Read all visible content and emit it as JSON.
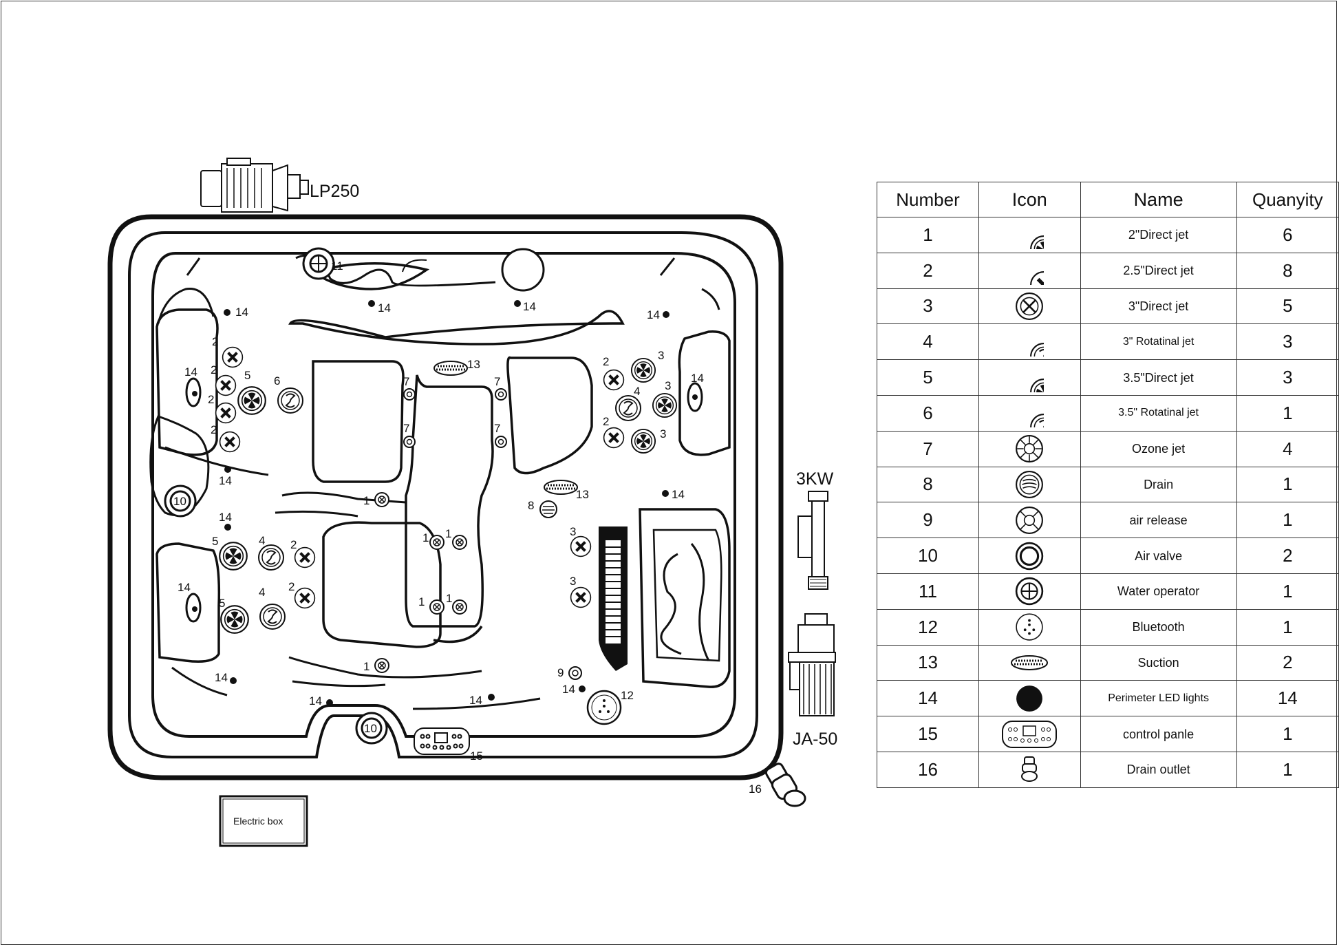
{
  "equipment": {
    "pump_main": "LP250",
    "heater": "3KW",
    "pump_circ": "JA-50",
    "electric_box": "Electric box"
  },
  "legend": {
    "headers": {
      "number": "Number",
      "icon": "Icon",
      "name": "Name",
      "quantity": "Quanyity"
    },
    "rows": [
      {
        "number": "1",
        "icon": "direct-jet-2-icon",
        "name": "2\"Direct jet",
        "quantity": "6"
      },
      {
        "number": "2",
        "icon": "direct-jet-2-5-icon",
        "name": "2.5\"Direct jet",
        "quantity": "8"
      },
      {
        "number": "3",
        "icon": "direct-jet-3-icon",
        "name": "3\"Direct jet",
        "quantity": "5"
      },
      {
        "number": "4",
        "icon": "rotational-jet-3-icon",
        "name": "3\" Rotatinal jet",
        "quantity": "3"
      },
      {
        "number": "5",
        "icon": "direct-jet-3-5-icon",
        "name": "3.5\"Direct jet",
        "quantity": "3"
      },
      {
        "number": "6",
        "icon": "rotational-jet-3-5-icon",
        "name": "3.5\" Rotatinal jet",
        "quantity": "1"
      },
      {
        "number": "7",
        "icon": "ozone-jet-icon",
        "name": "Ozone jet",
        "quantity": "4"
      },
      {
        "number": "8",
        "icon": "drain-icon",
        "name": "Drain",
        "quantity": "1"
      },
      {
        "number": "9",
        "icon": "air-release-icon",
        "name": "air release",
        "quantity": "1"
      },
      {
        "number": "10",
        "icon": "air-valve-icon",
        "name": "Air valve",
        "quantity": "2"
      },
      {
        "number": "11",
        "icon": "water-operator-icon",
        "name": "Water operator",
        "quantity": "1"
      },
      {
        "number": "12",
        "icon": "bluetooth-icon",
        "name": "Bluetooth",
        "quantity": "1"
      },
      {
        "number": "13",
        "icon": "suction-icon",
        "name": "Suction",
        "quantity": "2"
      },
      {
        "number": "14",
        "icon": "perimeter-led-icon",
        "name": "Perimeter LED lights",
        "quantity": "14"
      },
      {
        "number": "15",
        "icon": "control-panel-icon",
        "name": "control panle",
        "quantity": "1"
      },
      {
        "number": "16",
        "icon": "drain-outlet-icon",
        "name": "Drain outlet",
        "quantity": "1"
      }
    ]
  },
  "callouts": {
    "n1": "1",
    "n2": "2",
    "n3": "3",
    "n4": "4",
    "n5": "5",
    "n6": "6",
    "n7": "7",
    "n8": "8",
    "n9": "9",
    "n10": "10",
    "n11": "11",
    "n12": "12",
    "n13": "13",
    "n14": "14",
    "n15": "15",
    "n16": "16"
  }
}
